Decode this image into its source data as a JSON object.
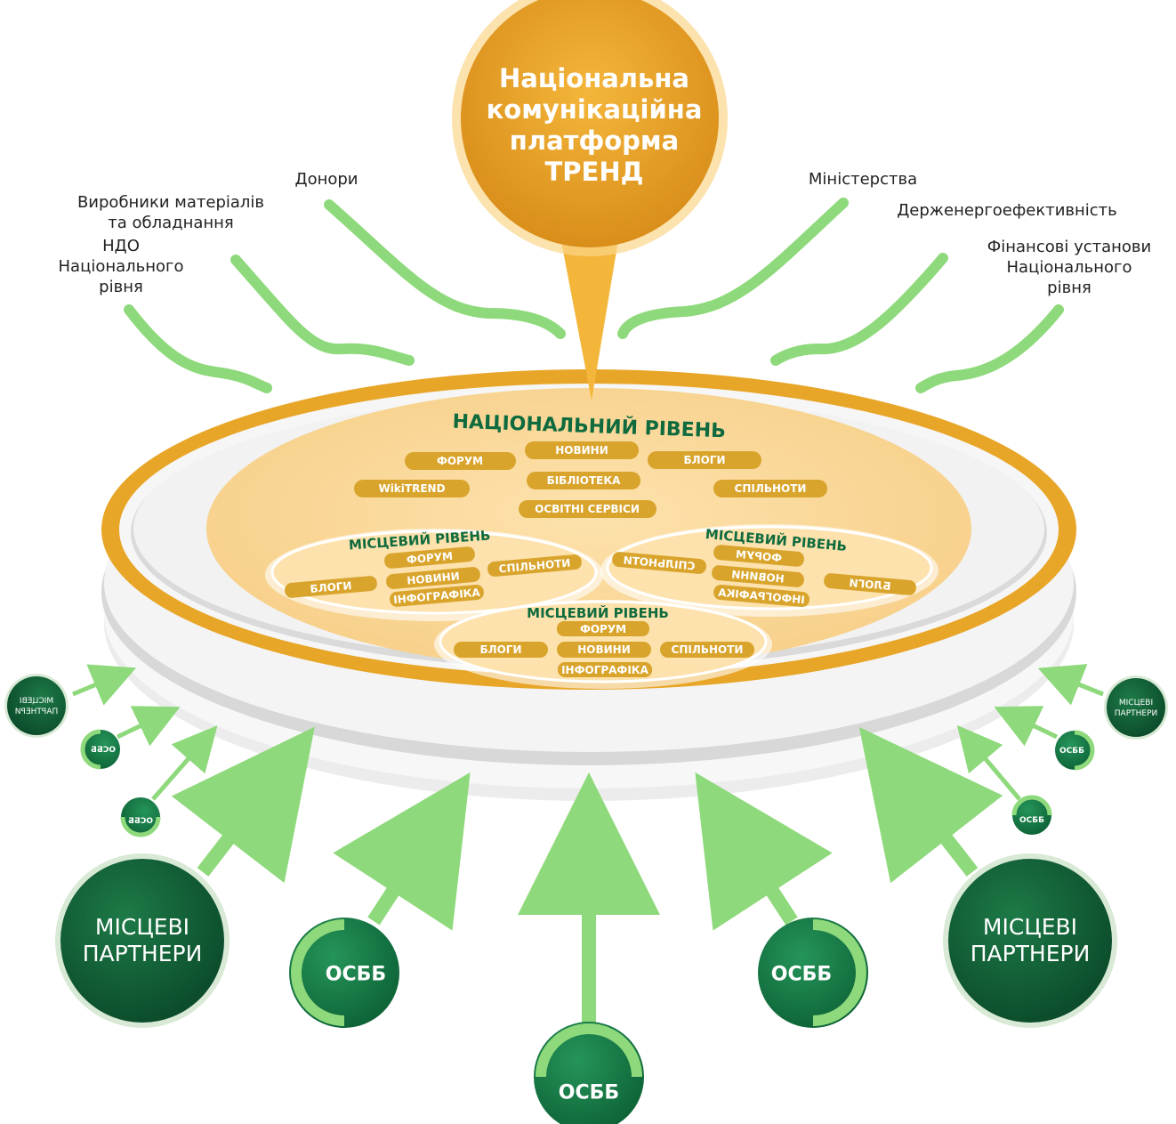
{
  "platform": {
    "title_lines": [
      "Національна",
      "комунікаційна",
      "платформа",
      "ТРЕНД"
    ]
  },
  "stakeholders": {
    "donors": "Донори",
    "manufacturers": [
      "Виробники матеріалів",
      "та обладнання"
    ],
    "ngo": [
      "НДО",
      "Національного",
      "рівня"
    ],
    "ministries": "Міністерства",
    "energy_agency": "Держенергоефективність",
    "finance": [
      "Фінансові установи",
      "Національного",
      "рівня"
    ]
  },
  "national_level": {
    "heading": "НАЦІОНАЛЬНИЙ РІВЕНЬ",
    "items": {
      "forum": "ФОРУМ",
      "news": "НОВИНИ",
      "blogs": "БЛОГИ",
      "wiki": "WikiTREND",
      "library": "БІБЛІОТЕКА",
      "communities": "СПІЛЬНОТИ",
      "education": "ОСВІТНІ СЕРВІСИ"
    }
  },
  "local_levels": [
    {
      "heading": "МІСЦЕВИЙ РІВЕНЬ",
      "forum": "ФОРУМ",
      "news": "НОВИНИ",
      "blogs": "БЛОГИ",
      "communities": "СПІЛЬНОТИ",
      "infographics": "ІНФОГРАФІКА"
    },
    {
      "heading": "МІСЦЕВИЙ РІВЕНЬ",
      "forum": "ФОРУМ",
      "news": "НОВИНИ",
      "blogs": "БЛОГИ",
      "communities": "СПІЛЬНОТИ",
      "infographics": "ІНФОГРАФІКА"
    },
    {
      "heading": "МІСЦЕВИЙ РІВЕНЬ",
      "forum": "ФОРУМ",
      "news": "НОВИНИ",
      "blogs": "БЛОГИ",
      "communities": "СПІЛЬНОТИ",
      "infographics": "ІНФОГРАФІКА"
    }
  ],
  "partners": {
    "local_partners": [
      "МІСЦЕВІ",
      "ПАРТНЕРИ"
    ],
    "osbb": "ОСББ"
  },
  "colors": {
    "gold": "#e8a628",
    "light_gold": "#fbd89a",
    "green_dark": "#0f5c36",
    "green_light": "#8ed97b"
  }
}
